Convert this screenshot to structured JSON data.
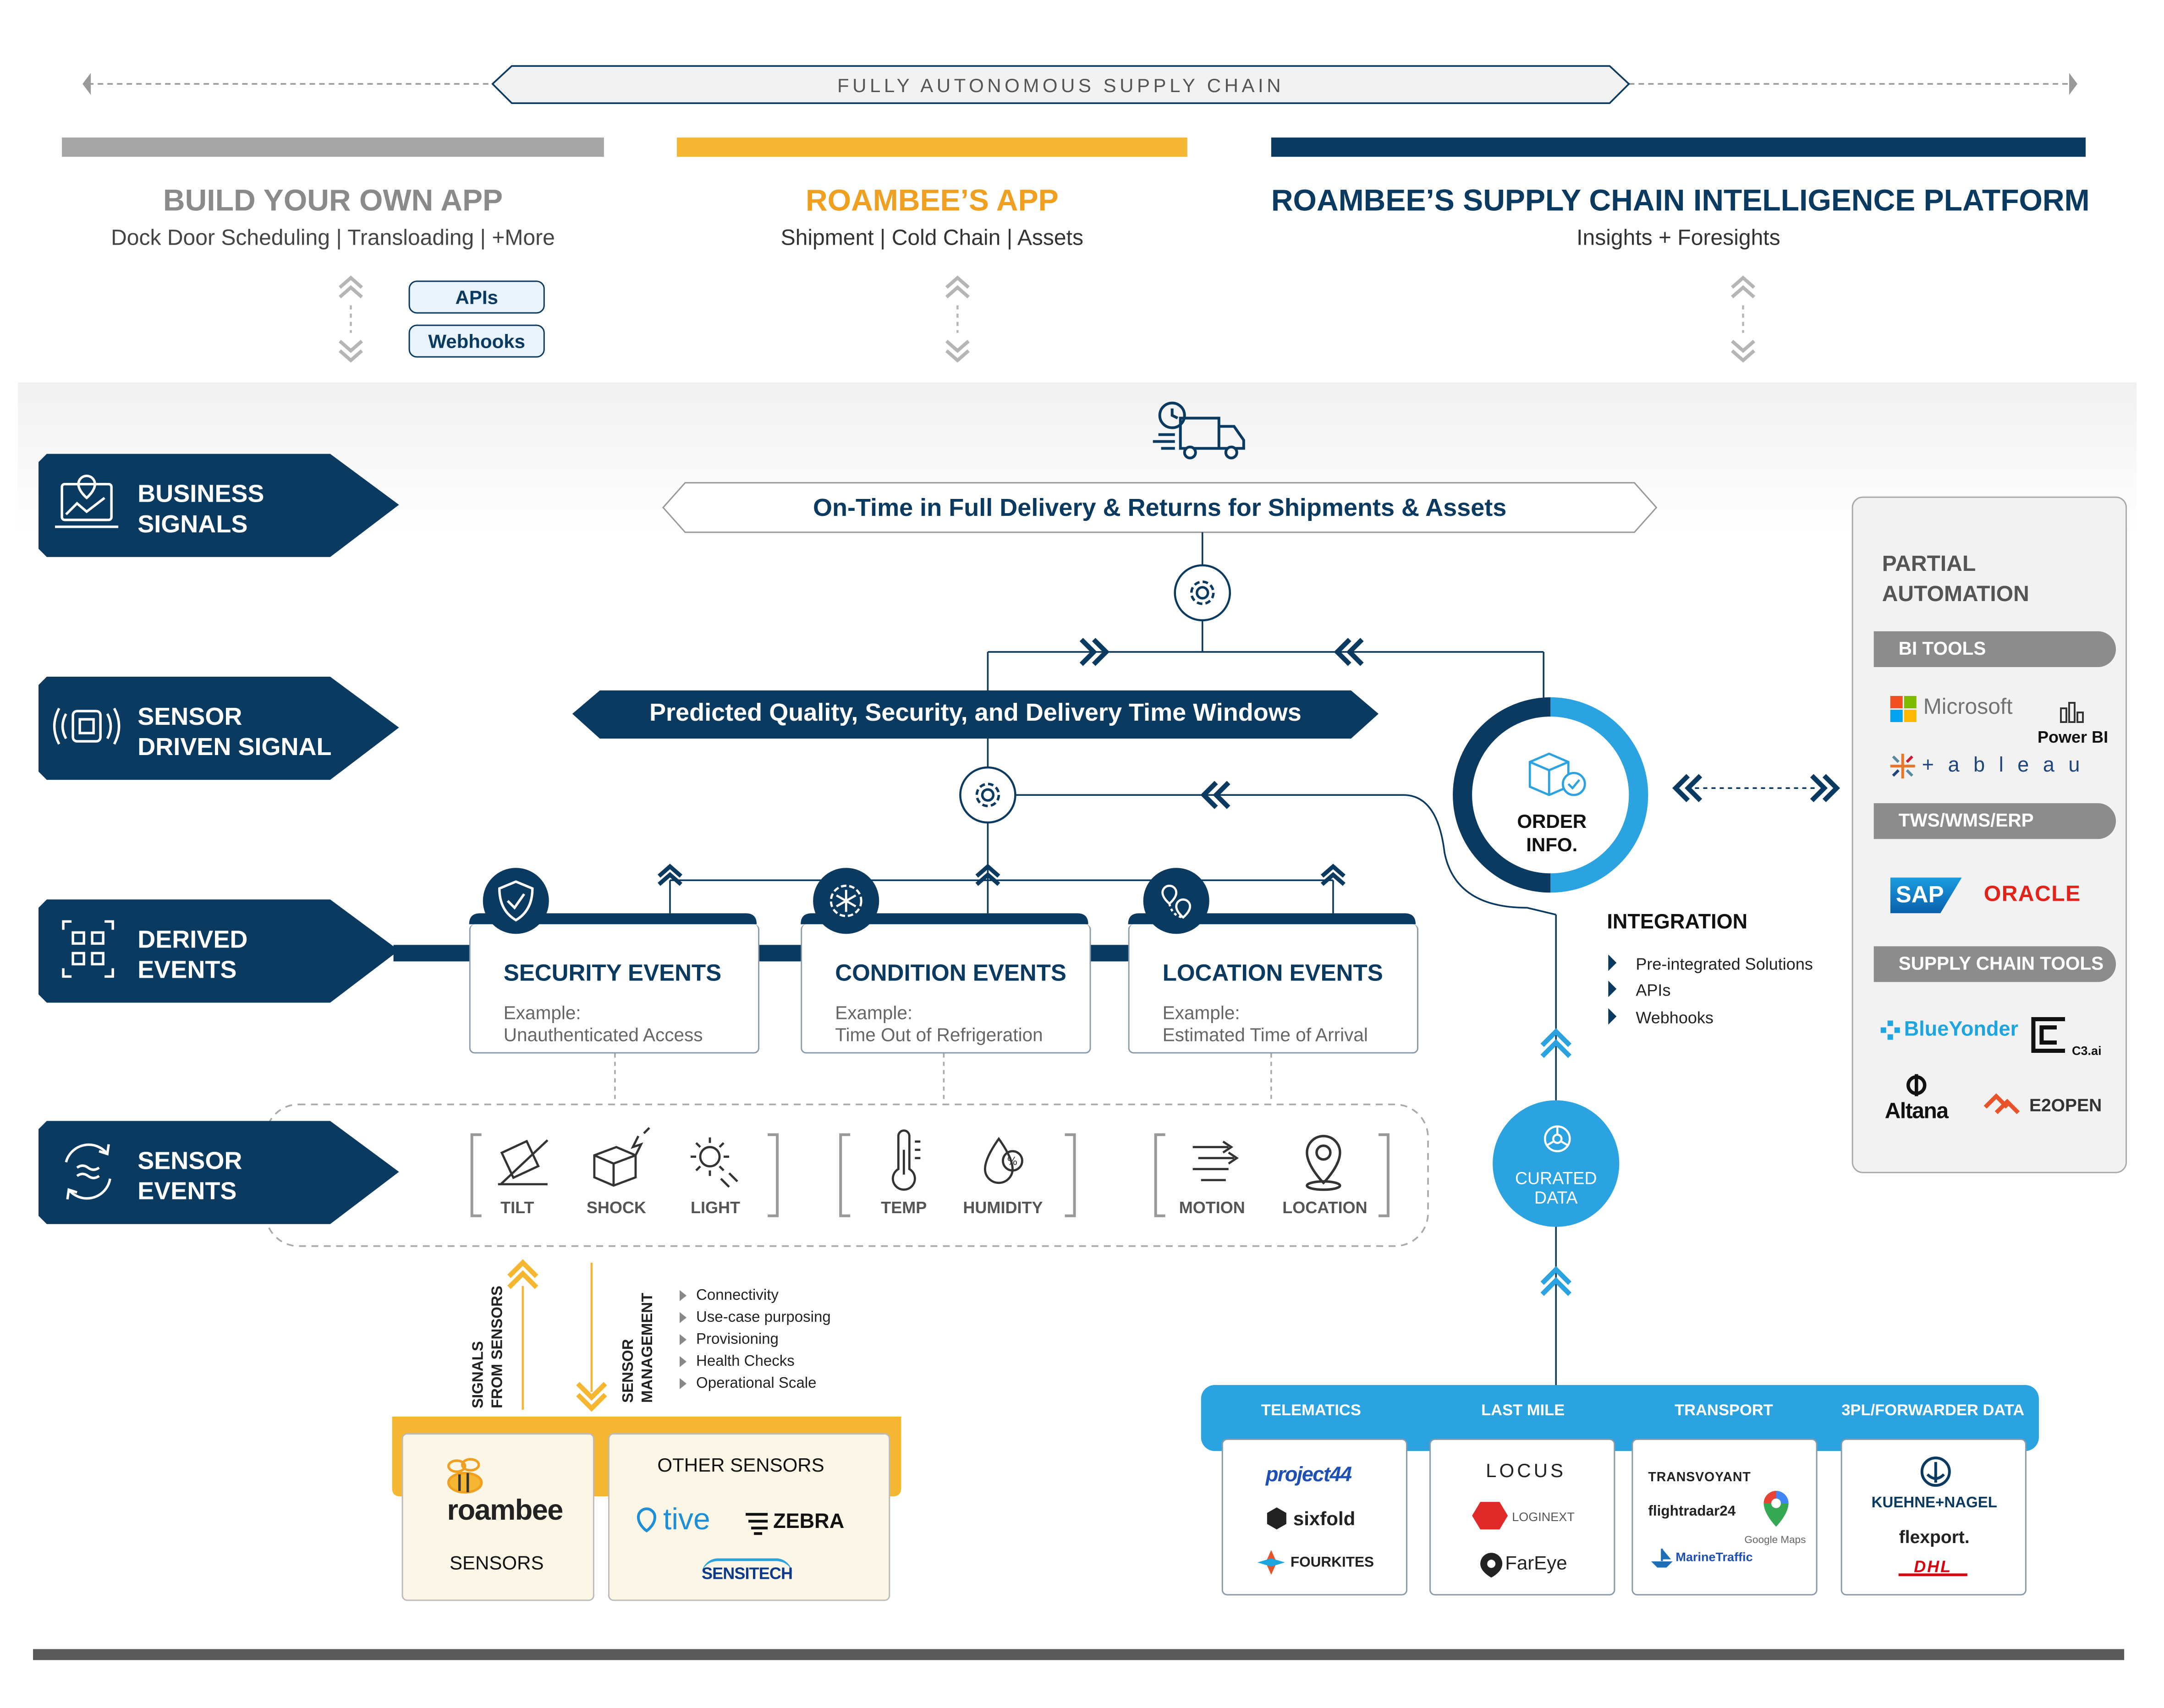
{
  "banner": {
    "title": "FULLY AUTONOMOUS SUPPLY CHAIN"
  },
  "columns": [
    {
      "title": "BUILD YOUR OWN APP",
      "subtitle": "Dock Door Scheduling | Transloading | +More",
      "color": "#a6a6a6"
    },
    {
      "title": "ROAMBEE’S APP",
      "subtitle": "Shipment | Cold Chain | Assets",
      "color": "#f5b731"
    },
    {
      "title": "ROAMBEE’S SUPPLY CHAIN INTELLIGENCE PLATFORM",
      "subtitle": "Insights + Foresights",
      "color": "#0b3a60"
    }
  ],
  "connectors": {
    "apis": "APIs",
    "webhooks": "Webhooks"
  },
  "layers": [
    {
      "line1": "BUSINESS",
      "line2": "SIGNALS",
      "icon": "map-laptop-icon"
    },
    {
      "line1": "SENSOR",
      "line2": "DRIVEN SIGNAL",
      "icon": "sensor-signal-icon"
    },
    {
      "line1": "DERIVED",
      "line2": "EVENTS",
      "icon": "scan-grid-icon"
    },
    {
      "line1": "SENSOR",
      "line2": "EVENTS",
      "icon": "cycle-icon"
    }
  ],
  "business_signal": "On-Time in Full Delivery & Returns for Shipments & Assets",
  "sensor_signal": "Predicted Quality, Security, and Delivery Time Windows",
  "derived_events": [
    {
      "title": "SECURITY EVENTS",
      "example_label": "Example:",
      "example": "Unauthenticated Access",
      "icon": "shield-icon"
    },
    {
      "title": "CONDITION EVENTS",
      "example_label": "Example:",
      "example": "Time Out of Refrigeration",
      "icon": "gear-snowflake-icon"
    },
    {
      "title": "LOCATION EVENTS",
      "example_label": "Example:",
      "example": "Estimated Time of Arrival",
      "icon": "location-pins-icon"
    }
  ],
  "sensor_events": [
    "TILT",
    "SHOCK",
    "LIGHT",
    "TEMP",
    "HUMIDITY",
    "MOTION",
    "LOCATION"
  ],
  "order_info": {
    "line1": "ORDER",
    "line2": "INFO."
  },
  "integration": {
    "title": "INTEGRATION",
    "items": [
      "Pre-integrated Solutions",
      "APIs",
      "Webhooks"
    ]
  },
  "partial_automation": {
    "title_line1": "PARTIAL",
    "title_line2": "AUTOMATION",
    "groups": [
      {
        "label": "BI TOOLS",
        "logos": [
          "Microsoft",
          "Power BI",
          "+ a b l e a u"
        ]
      },
      {
        "label": "TWS/WMS/ERP",
        "logos": [
          "SAP",
          "ORACLE"
        ]
      },
      {
        "label": "SUPPLY CHAIN TOOLS",
        "logos": [
          "BlueYonder",
          "C3.ai",
          "Altana",
          "E2OPEN"
        ]
      }
    ]
  },
  "curated_data": {
    "line1": "CURATED",
    "line2": "DATA"
  },
  "sensor_side": {
    "signals_label_1": "SIGNALS",
    "signals_label_2": "FROM SENSORS",
    "management_label_1": "SENSOR",
    "management_label_2": "MANAGEMENT",
    "management_items": [
      "Connectivity",
      "Use-case purposing",
      "Provisioning",
      "Health Checks",
      "Operational Scale"
    ],
    "roambee_logo": "roambee",
    "roambee_caption": "SENSORS",
    "other_title": "OTHER SENSORS",
    "other_logos": [
      "tive",
      "ZEBRA",
      "SENSITECH"
    ]
  },
  "data_sources": [
    {
      "label": "TELEMATICS",
      "logos": [
        "project44",
        "sixfold",
        "FOURKITES"
      ]
    },
    {
      "label": "LAST MILE",
      "logos": [
        "LOCUS",
        "LOGINEXT",
        "FarEye"
      ]
    },
    {
      "label": "TRANSPORT",
      "logos": [
        "TRANSVOYANT",
        "flightradar24",
        "Google Maps",
        "MarineTraffic"
      ]
    },
    {
      "label": "3PL/FORWARDER DATA",
      "logos": [
        "KUEHNE+NAGEL",
        "flexport.",
        "DHL"
      ]
    }
  ],
  "colors": {
    "navy": "#0b3a60",
    "accent_blue": "#2aa3e0",
    "yellow": "#f5b731",
    "gray": "#8c8c8c"
  }
}
